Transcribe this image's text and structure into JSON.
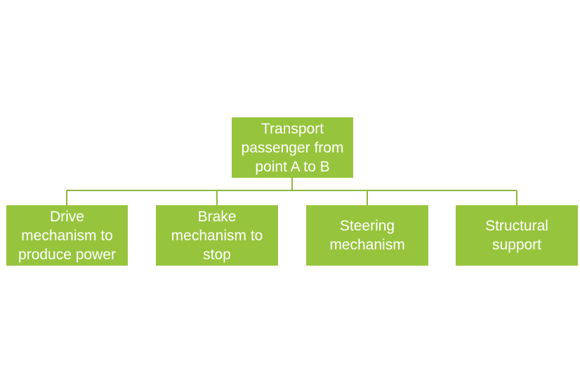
{
  "colors": {
    "box_fill": "#97C43D",
    "connector": "#8CB83D",
    "text": "#ffffff",
    "background": "#ffffff"
  },
  "diagram": {
    "type": "hierarchy",
    "root": {
      "label": "Transport passenger from point A to B"
    },
    "children": [
      {
        "label": "Drive mechanism to produce power"
      },
      {
        "label": "Brake mechanism to stop"
      },
      {
        "label": "Steering mechanism"
      },
      {
        "label": "Structural support"
      }
    ]
  }
}
